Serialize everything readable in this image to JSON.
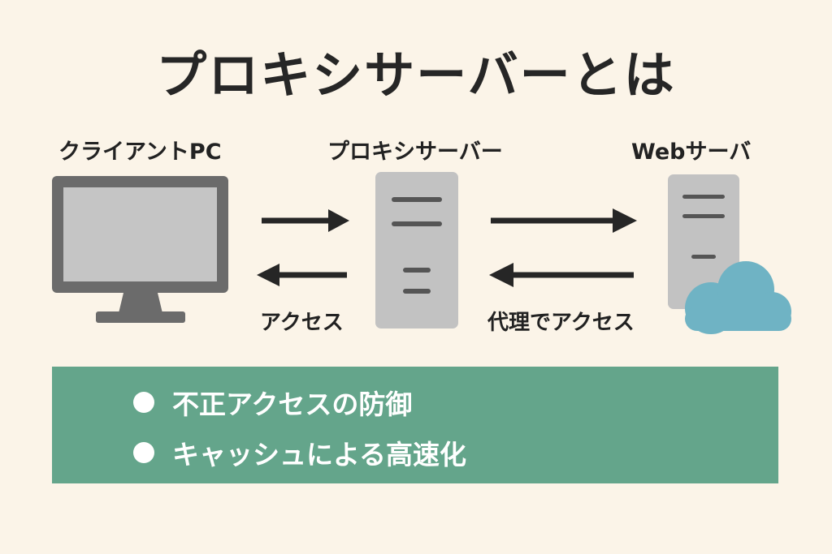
{
  "title": "プロキシサーバーとは",
  "nodes": {
    "client": "クライアントPC",
    "proxy": "プロキシサーバー",
    "web": "Webサーバ"
  },
  "arrows": {
    "client_side": "アクセス",
    "web_side": "代理でアクセス"
  },
  "features": [
    "不正アクセスの防御",
    "キャッシュによる高速化"
  ],
  "colors": {
    "background": "#fbf4e8",
    "feature_box": "#64a58b",
    "monitor": "#6b6b6b",
    "screen": "#c5c5c5",
    "server": "#c2c2c2",
    "cloud": "#6fb3c4",
    "arrow": "#262626"
  }
}
